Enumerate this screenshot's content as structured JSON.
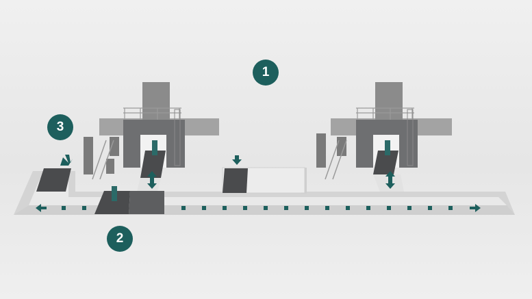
{
  "colors": {
    "accent": "#1d5f5d",
    "pallet": "#4a4b4d",
    "gantry": "#6e6f71",
    "beam": "#a3a3a3",
    "floor": "#d9d9d9"
  },
  "markers": [
    {
      "label": "1"
    },
    {
      "label": "2"
    },
    {
      "label": "3"
    }
  ]
}
